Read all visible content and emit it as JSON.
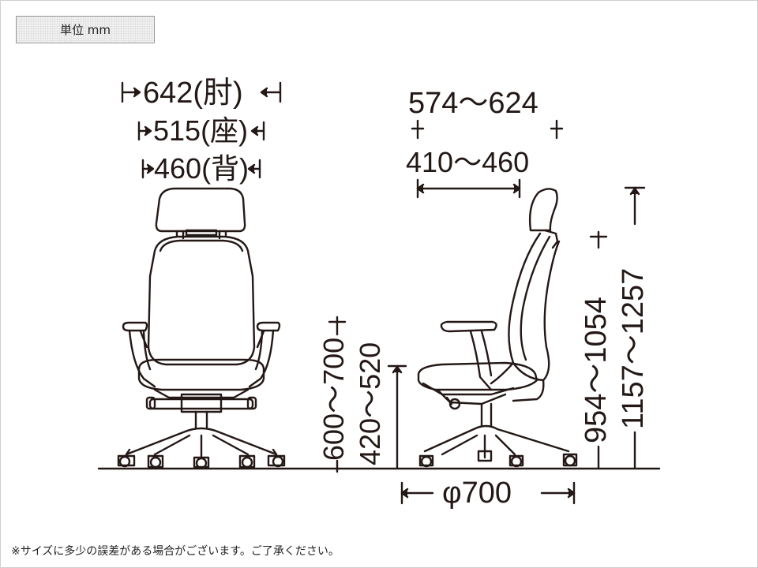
{
  "unit_label": "単位 mm",
  "front": {
    "width_arm": "642(肘)",
    "width_seat": "515(座)",
    "width_back": "460(背)"
  },
  "side": {
    "depth_total": "574～624",
    "depth_seat": "410～460",
    "height_arm": "600～700",
    "height_seat": "420～520",
    "height_back": "954～1054",
    "height_total": "1157～1257",
    "base_diameter": "φ700"
  },
  "note": "※サイズに多少の誤差がある場合がございます。ご了承ください。"
}
